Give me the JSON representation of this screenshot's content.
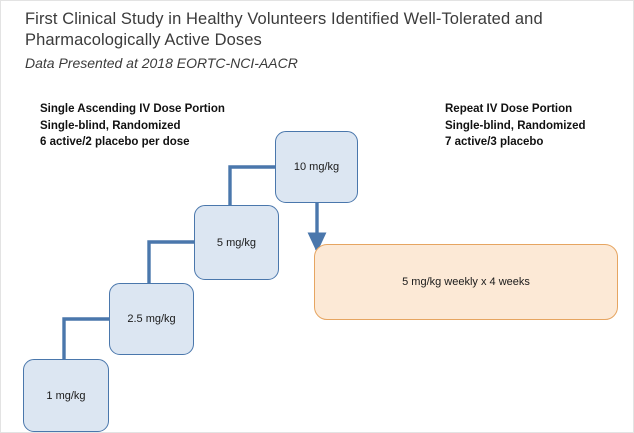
{
  "slide": {
    "title_lines": [
      "First Clinical Study in Healthy Volunteers Identified Well-Tolerated and",
      "Pharmacologically Active Doses"
    ],
    "subtitle": "Data Presented at 2018 EORTC-NCI-AACR"
  },
  "sections": {
    "left": {
      "lines": [
        "Single Ascending IV Dose Portion",
        "Single-blind, Randomized",
        "6 active/2 placebo per dose"
      ]
    },
    "right": {
      "lines": [
        "Repeat IV Dose Portion",
        "Single-blind, Randomized",
        "7 active/3 placebo"
      ]
    }
  },
  "diagram": {
    "escalation_boxes": [
      {
        "id": "dose-1",
        "label": "1 mg/kg"
      },
      {
        "id": "dose-2.5",
        "label": "2.5 mg/kg"
      },
      {
        "id": "dose-5",
        "label": "5 mg/kg"
      },
      {
        "id": "dose-10",
        "label": "10 mg/kg"
      }
    ],
    "repeat_box": {
      "id": "repeat-dose",
      "label": "5 mg/kg weekly x 4 weeks"
    },
    "arrows": [
      {
        "from": "dose-1",
        "to": "dose-2.5",
        "type": "elbow-up-right"
      },
      {
        "from": "dose-2.5",
        "to": "dose-5",
        "type": "elbow-up-right"
      },
      {
        "from": "dose-5",
        "to": "dose-10",
        "type": "elbow-up-right"
      },
      {
        "from": "dose-10",
        "to": "repeat-dose",
        "type": "down"
      }
    ]
  },
  "colors": {
    "dose_box_fill": "#dce6f2",
    "dose_box_border": "#4a77ac",
    "repeat_box_fill": "#fce9d6",
    "repeat_box_border": "#e6a561",
    "arrow": "#4a77ac",
    "title_text": "#3b3b3b",
    "body_text": "#111111",
    "background": "#ffffff"
  }
}
